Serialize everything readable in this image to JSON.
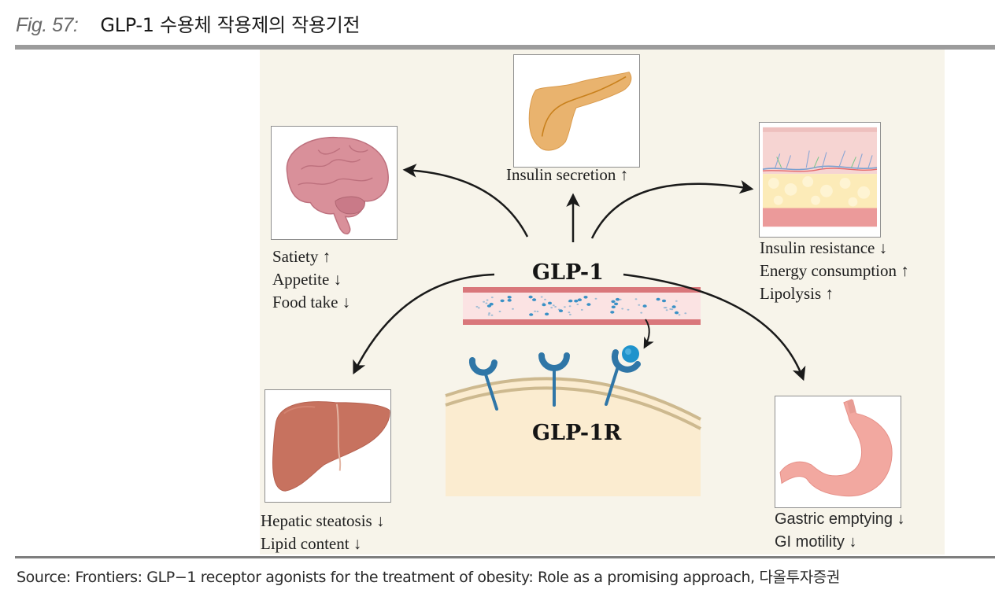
{
  "header": {
    "figure_label": "Fig. 57:",
    "title": "GLP-1 수용체 작용제의 작용기전"
  },
  "diagram": {
    "center_label": "GLP-1",
    "receptor_label": "GLP-1R",
    "organs": [
      {
        "id": "brain",
        "icon": "brain-icon",
        "effects": [
          "Satiety ↑",
          "Appetite ↓",
          "Food take ↓"
        ]
      },
      {
        "id": "pancreas",
        "icon": "pancreas-icon",
        "effects": [
          "Insulin secretion ↑"
        ]
      },
      {
        "id": "adipose-tissue",
        "icon": "adipose-tissue-icon",
        "effects": [
          "Insulin resistance ↓",
          "Energy consumption ↑",
          "Lipolysis ↑"
        ]
      },
      {
        "id": "liver",
        "icon": "liver-icon",
        "effects": [
          "Hepatic steatosis ↓",
          "Lipid content ↓"
        ]
      },
      {
        "id": "stomach",
        "icon": "stomach-icon",
        "effects": [
          "Gastric emptying ↓",
          "GI motility ↓"
        ]
      }
    ],
    "colors": {
      "panel_bg": "#f7f4ea",
      "cell_fill": "#fbecd0",
      "membrane": "#cdb98f",
      "vessel_wall": "#d9777b",
      "vessel_lumen": "#fbe3e3",
      "receptor": "#2f76a7",
      "ligand": "#1f93cc",
      "arrow": "#1a1a1a"
    }
  },
  "footer": {
    "source": "Source: Frontiers: GLP−1 receptor agonists for the treatment of obesity: Role as a promising approach,  다올투자증권"
  }
}
